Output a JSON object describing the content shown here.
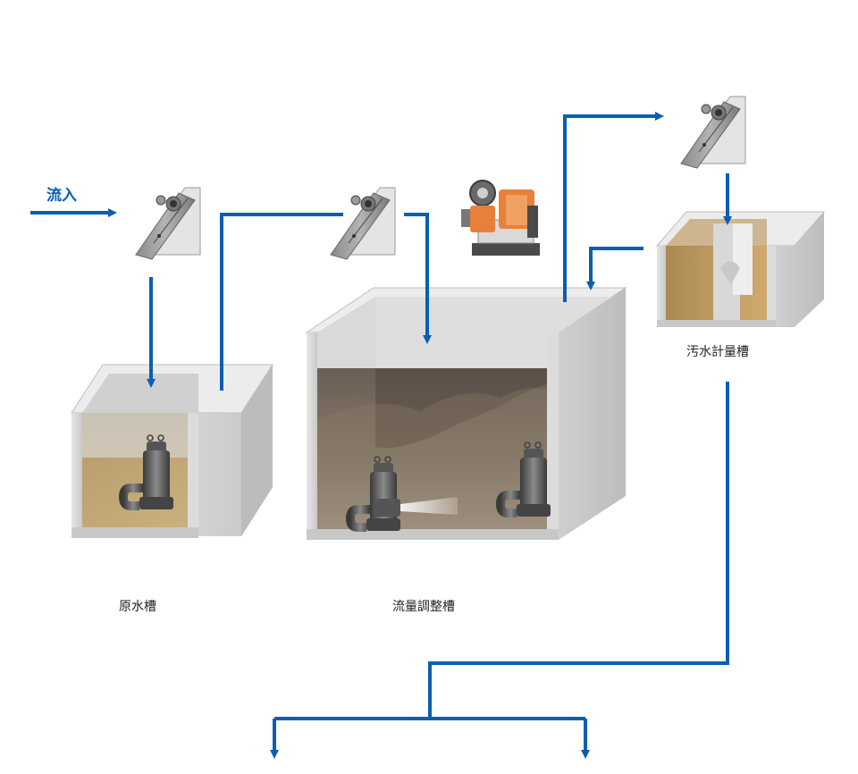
{
  "labels": {
    "inflow": "流入",
    "raw_water_tank": "原水槽",
    "flow_adjustment_tank": "流量調整槽",
    "sewage_metering_tank": "汚水計量槽"
  },
  "colors": {
    "flow_arrow": "#0a5fb0",
    "tank_wall": "#d8d8d8",
    "tank_top": "#efefef",
    "sediment": "#a88c5a",
    "water_dark": "#5a4e44",
    "metering_water": "#b8904a",
    "pump_orange": "#e8803a",
    "equipment_gray": "#7a7a7a"
  },
  "icons": [
    "screen-icon",
    "submersible-pump-icon",
    "blower-icon",
    "aerator-icon"
  ]
}
